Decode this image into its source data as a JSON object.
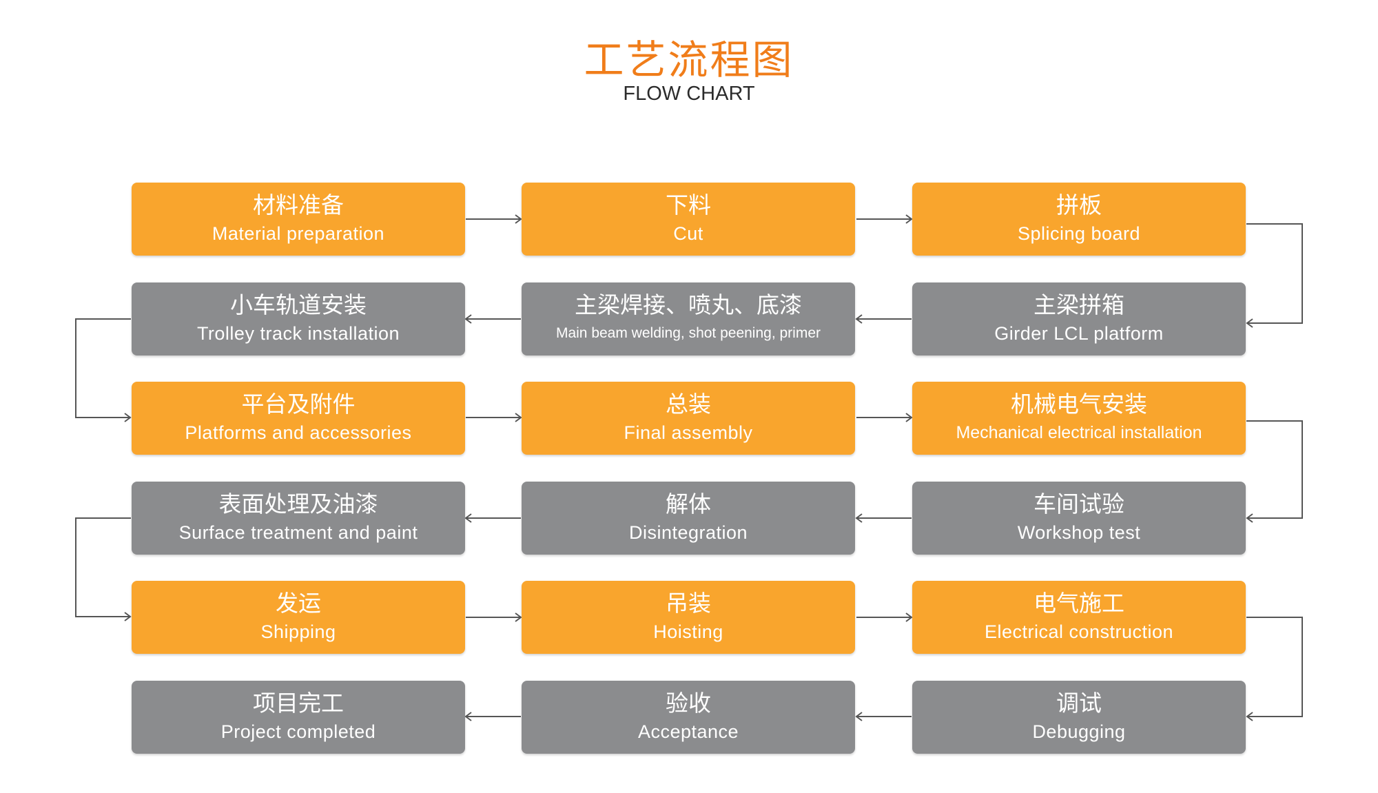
{
  "header": {
    "title_cn": "工艺流程图",
    "title_en": "FLOW CHART"
  },
  "colors": {
    "title": "#f07d1a",
    "orange_box": "#f9a52d",
    "gray_box": "#8b8c8e",
    "connector": "#555555"
  },
  "steps": [
    {
      "cn": "材料准备",
      "en": "Material preparation",
      "color": "orange"
    },
    {
      "cn": "下料",
      "en": "Cut",
      "color": "orange"
    },
    {
      "cn": "拼板",
      "en": "Splicing board",
      "color": "orange"
    },
    {
      "cn": "主梁拼箱",
      "en": "Girder LCL platform",
      "color": "gray"
    },
    {
      "cn": "主梁焊接、喷丸、底漆",
      "en": "Main beam welding, shot peening, primer",
      "color": "gray"
    },
    {
      "cn": "小车轨道安装",
      "en": "Trolley track installation",
      "color": "gray"
    },
    {
      "cn": "平台及附件",
      "en": "Platforms and accessories",
      "color": "orange"
    },
    {
      "cn": "总装",
      "en": "Final assembly",
      "color": "orange"
    },
    {
      "cn": "机械电气安装",
      "en": "Mechanical electrical installation",
      "color": "orange"
    },
    {
      "cn": "车间试验",
      "en": "Workshop test",
      "color": "gray"
    },
    {
      "cn": "解体",
      "en": "Disintegration",
      "color": "gray"
    },
    {
      "cn": "表面处理及油漆",
      "en": "Surface treatment and paint",
      "color": "gray"
    },
    {
      "cn": "发运",
      "en": "Shipping",
      "color": "orange"
    },
    {
      "cn": "吊装",
      "en": "Hoisting",
      "color": "orange"
    },
    {
      "cn": "电气施工",
      "en": "Electrical construction",
      "color": "orange"
    },
    {
      "cn": "调试",
      "en": "Debugging",
      "color": "gray"
    },
    {
      "cn": "验收",
      "en": "Acceptance",
      "color": "gray"
    },
    {
      "cn": "项目完工",
      "en": "Project completed",
      "color": "gray"
    }
  ]
}
